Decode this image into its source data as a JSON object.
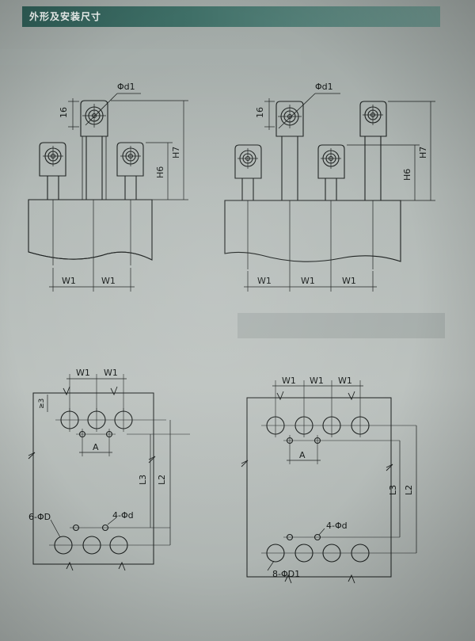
{
  "header": {
    "title": "外形及安装尺寸",
    "bar_color": "#3c6b63"
  },
  "side_view_left": {
    "phi_label": "Φd1",
    "dim_16": "16",
    "h6": "H6",
    "h7": "H7",
    "w1_a": "W1",
    "w1_b": "W1"
  },
  "side_view_right": {
    "phi_label": "Φd1",
    "dim_16": "16",
    "h6": "H6",
    "h7": "H7",
    "w1_a": "W1",
    "w1_b": "W1",
    "w1_c": "W1"
  },
  "top_view_left": {
    "w1_a": "W1",
    "w1_b": "W1",
    "dim_3": "≥3",
    "a": "A",
    "l3": "L3",
    "l2": "L2",
    "six_phi_d": "6-ΦD",
    "four_phi_d": "4-Φd"
  },
  "top_view_right": {
    "w1_a": "W1",
    "w1_b": "W1",
    "w1_c": "W1",
    "a": "A",
    "l3": "L3",
    "l2": "L2",
    "four_phi_d": "4-Φd",
    "eight_phi_d1": "8-ΦD1"
  }
}
